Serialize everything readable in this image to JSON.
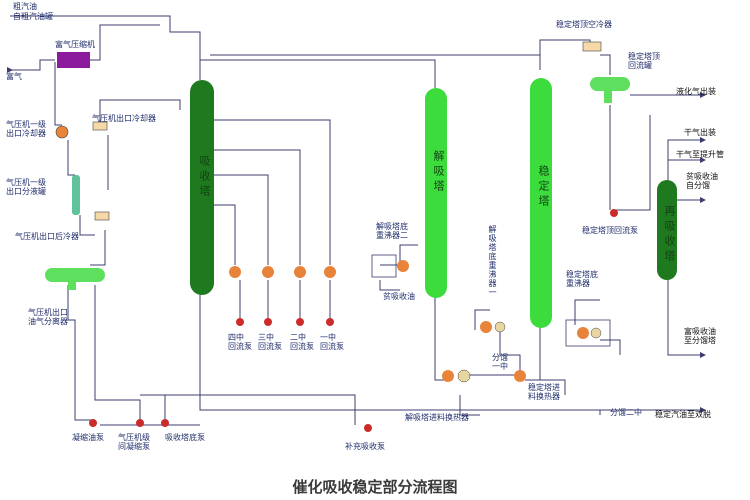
{
  "title": "催化吸收稳定部分流程图",
  "labels": {
    "crude_gasoline": "粗汽油",
    "from_gas_oil_tank": "自粗汽油罐",
    "rich_gas_compressor": "富气压缩机",
    "rich_gas": "富气",
    "comp_stage1_cooler": "气压机一级\n出口冷却器",
    "comp_outlet_cooler": "气压机出口冷却器",
    "comp_stage1_separator": "气压机一级\n出口分液罐",
    "comp_outlet_aftercooler": "气压机出口后冷器",
    "comp_outlet_oil_gas_separator": "气压机出口\n油气分离器",
    "condensate_pump": "凝缩油泵",
    "comp_stage_return_pump": "气压机级\n间凝缩泵",
    "absorber_bottom_pump": "吸收塔底泵",
    "absorber": "吸收塔",
    "desorber": "解吸塔",
    "stabilizer": "稳定塔",
    "reabsorber": "再吸收塔",
    "pump_return_4": "四中\n回流泵",
    "pump_return_3": "三中\n回流泵",
    "pump_return_2": "二中\n回流泵",
    "pump_return_1": "一中\n回流泵",
    "desorber_bottom_reboiler_2": "解吸塔底\n重沸器二",
    "desorber_bottom_reboiler_1": "解吸塔底重沸器一",
    "vapor_to_absorber": "贫吸收油",
    "desorber_feed_exchanger": "解吸塔进料换热器",
    "fractionator_1": "分馏\n一中",
    "fractionator_2": "分馏二中",
    "makeup_absorber_pump": "补充吸收泵",
    "stab_overhead_air_cooler": "稳定塔顶空冷器",
    "stab_overhead_reflux_drum": "稳定塔顶\n回流罐",
    "stab_overhead_reflux_pump": "稳定塔顶回流泵",
    "stab_bottom_reboiler": "稳定塔底\n重沸器",
    "stab_feed_exchanger": "稳定塔进\n料换热器",
    "lpg_out": "液化气出装",
    "dry_gas_out": "干气出装",
    "dry_gas_to_riser": "干气至提升管",
    "lean_absorber_oil": "贫吸收油\n自分馏",
    "rich_absorber_oil": "富吸收油\n至分馏塔",
    "stable_gasoline": "稳定汽油至双脱"
  },
  "colors": {
    "absorber": "#1f7a1f",
    "desorber": "#3ddc3d",
    "stabilizer": "#3ddc3d",
    "reabsorber": "#1f7a1f",
    "vessel_light": "#5ee05e",
    "compressor": "#8b1a9c",
    "pump": "#cc2b2b",
    "exchanger": "#e8843a",
    "line": "#3c3c6e"
  }
}
